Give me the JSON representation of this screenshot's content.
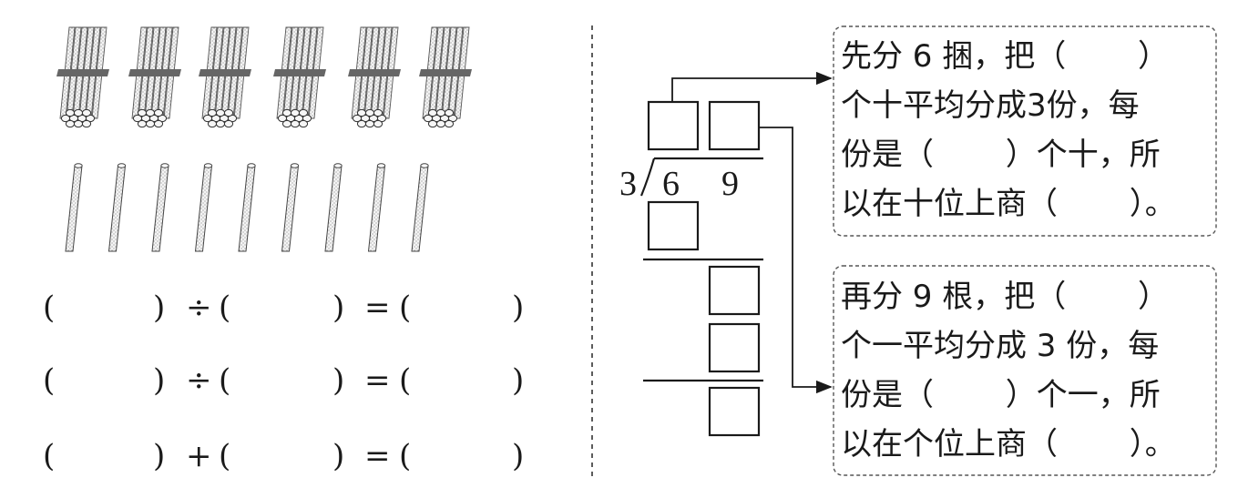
{
  "left_panel": {
    "bundles_count": 6,
    "sticks_count": 9,
    "equations": [
      {
        "open1": "(",
        "close1": ")",
        "op": "÷",
        "open2": "(",
        "close2": ")",
        "eq": "=",
        "open3": "(",
        "close3": ")"
      },
      {
        "open1": "(",
        "close1": ")",
        "op": "÷",
        "open2": "(",
        "close2": ")",
        "eq": "=",
        "open3": "(",
        "close3": ")"
      },
      {
        "open1": "(",
        "close1": ")",
        "op": "+",
        "open2": "(",
        "close2": ")",
        "eq": "=",
        "open3": "(",
        "close3": ")"
      }
    ]
  },
  "division": {
    "divisor": "3",
    "dividend_tens": "6",
    "dividend_ones": "9"
  },
  "boxes": {
    "top": {
      "lines": [
        "先分 6 捆，把（　　 ）",
        "个十平均分成3份，每",
        "份是（　　 ）个十，所",
        "以在十位上商（　　 ）。"
      ]
    },
    "bottom": {
      "lines": [
        "再分 9 根，把（　　 ）",
        "个一平均分成 3 份，每",
        "份是（　　 ）个一，所",
        "以在个位上商（　　 ）。"
      ]
    }
  }
}
